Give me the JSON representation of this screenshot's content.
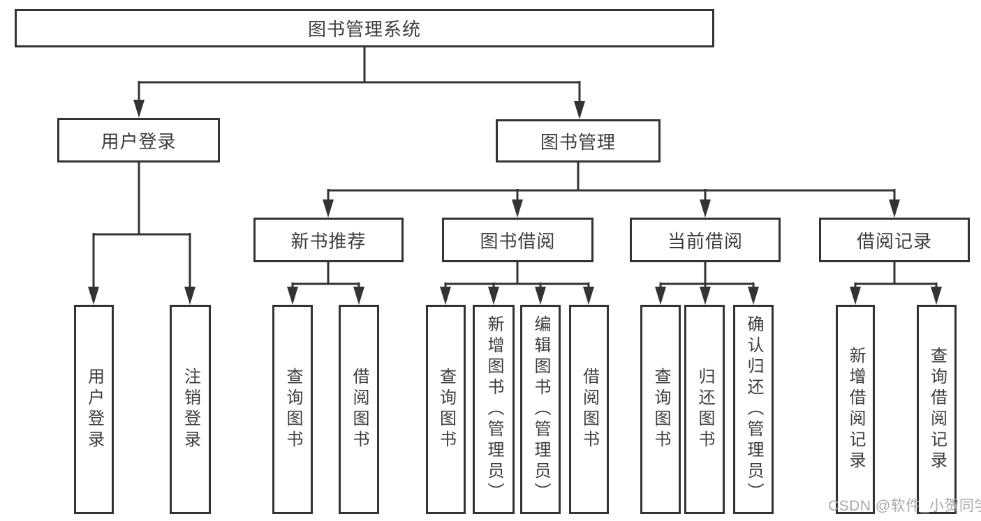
{
  "diagram": {
    "title": "图书管理系统",
    "level2": {
      "user_login": "用户登录",
      "book_management": "图书管理"
    },
    "level3": {
      "new_book_recommend": "新书推荐",
      "book_borrowing": "图书借阅",
      "current_borrowing": "当前借阅",
      "borrowing_records": "借阅记录"
    },
    "leaves": {
      "user_login": "用户登录",
      "logout": "注销登录",
      "recommend_query_books": "查询图书",
      "recommend_borrow_books": "借阅图书",
      "borrowing_query_books": "查询图书",
      "borrowing_add_books": "新增图书（管理员）",
      "borrowing_edit_books": "编辑图书（管理员）",
      "borrowing_borrow_books": "借阅图书",
      "current_query_books": "查询图书",
      "current_return_books": "归还图书",
      "current_confirm_return": "确认归还（管理员）",
      "records_add_record": "新增借阅记录",
      "records_query_record": "查询借阅记录"
    }
  },
  "watermark": {
    "text": "CSDN @软件_小贺同学"
  },
  "colors": {
    "line": "#333333",
    "box_border": "#333333",
    "text": "#3c3c3c",
    "watermark": "#a9a9a9",
    "background": "#ffffff"
  }
}
